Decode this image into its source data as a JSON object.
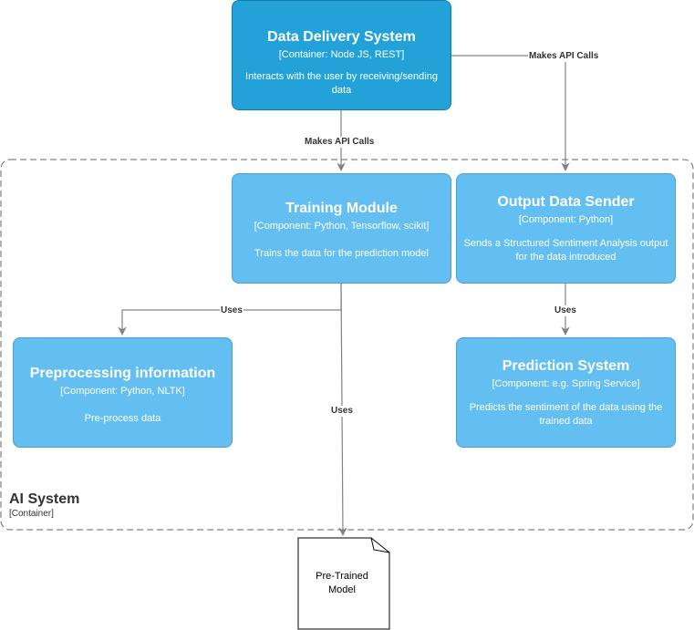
{
  "boundary": {
    "title": "AI System",
    "kind": "[Container]"
  },
  "data_delivery": {
    "title": "Data Delivery System",
    "kind": "[Container: Node JS, REST]",
    "description": "Interacts with the user by receiving/sending data"
  },
  "training": {
    "title": "Training Module",
    "kind": "[Component: Python, Tensorflow, scikit]",
    "description": "Trains the data for the prediction model"
  },
  "output_sender": {
    "title": "Output Data Sender",
    "kind": "[Component: Python]",
    "description": "Sends a Structured Sentiment Analysis output for the data introduced"
  },
  "preprocessing": {
    "title": "Preprocessing information",
    "kind": "[Component: Python, NLTK]",
    "description": "Pre-process data"
  },
  "prediction": {
    "title": "Prediction System",
    "kind": "[Component: e.g. Spring Service]",
    "description": "Predicts the sentiment of the data using the trained data"
  },
  "model": {
    "line1": "Pre-Trained",
    "line2": "Model"
  },
  "edges": {
    "delivery_to_training": "Makes API Calls",
    "delivery_to_output": "Makes API Calls",
    "training_to_preprocessing": "Uses",
    "training_to_model": "Uses",
    "output_to_prediction": "Uses"
  },
  "colors": {
    "container_fill": "#23a2d9",
    "component_fill": "#63bef2",
    "connector": "#828282",
    "boundary_stroke": "#666666"
  }
}
